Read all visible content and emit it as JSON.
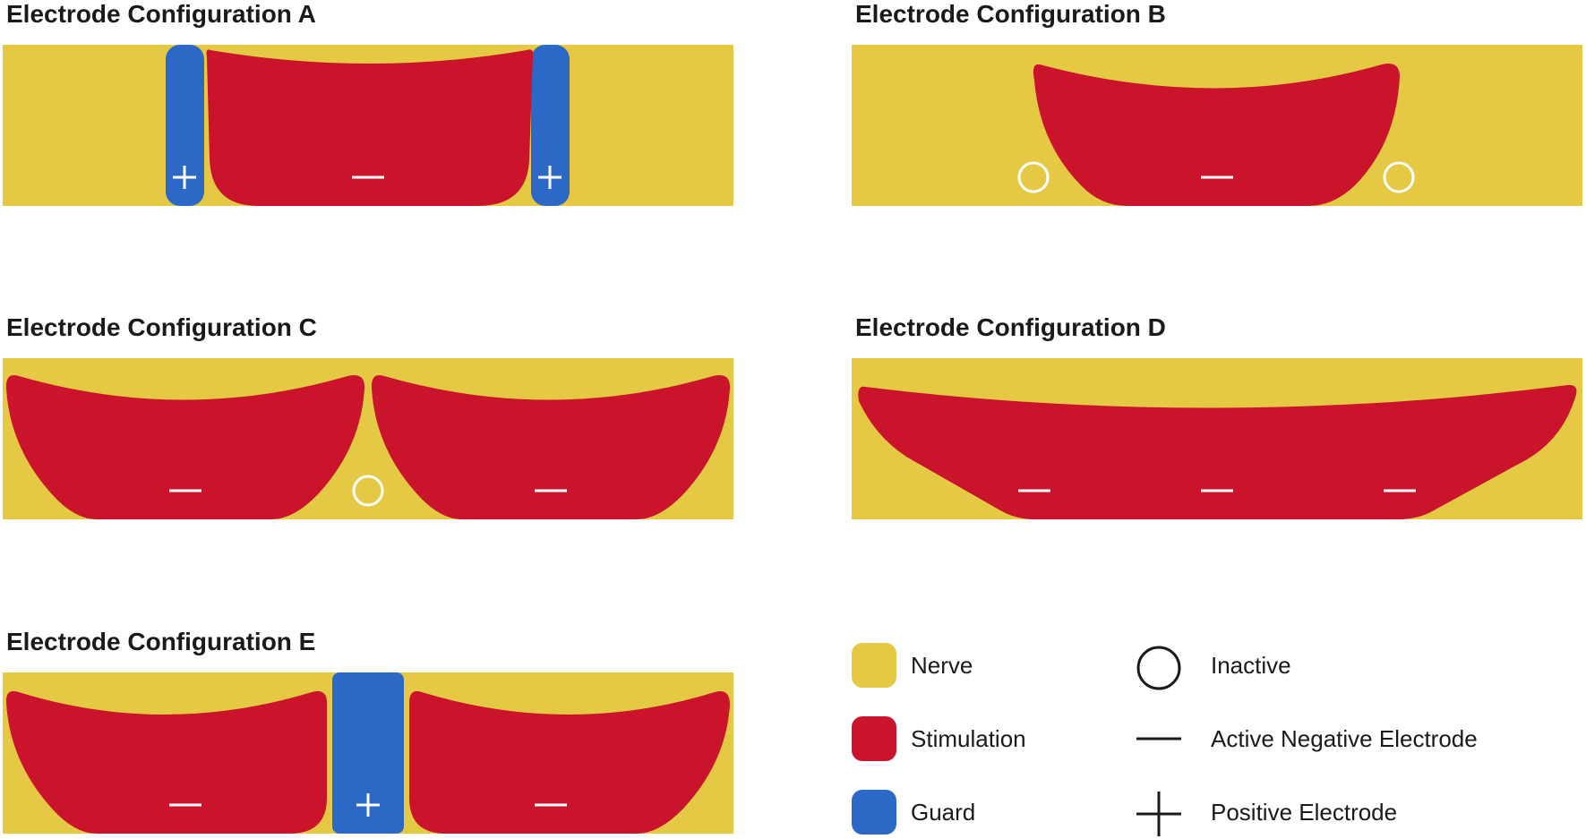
{
  "colors": {
    "nerve": "#e5c844",
    "stimulation": "#c9142c",
    "guard": "#2c68c6",
    "symbol_light": "#ffffff",
    "symbol_dark": "#1a1a1a"
  },
  "panels": {
    "a": {
      "title": "Electrode Configuration A",
      "electrodes": [
        "positive",
        "negative",
        "positive"
      ]
    },
    "b": {
      "title": "Electrode Configuration B",
      "electrodes": [
        "inactive",
        "negative",
        "inactive"
      ]
    },
    "c": {
      "title": "Electrode Configuration C",
      "electrodes": [
        "negative",
        "inactive",
        "negative"
      ]
    },
    "d": {
      "title": "Electrode Configuration D",
      "electrodes": [
        "negative",
        "negative",
        "negative"
      ]
    },
    "e": {
      "title": "Electrode Configuration E",
      "electrodes": [
        "negative",
        "positive",
        "negative"
      ]
    }
  },
  "legend": {
    "nerve": "Nerve",
    "stimulation": "Stimulation",
    "guard": "Guard",
    "inactive": "Inactive",
    "negative": "Active Negative Electrode",
    "positive": "Positive Electrode"
  }
}
